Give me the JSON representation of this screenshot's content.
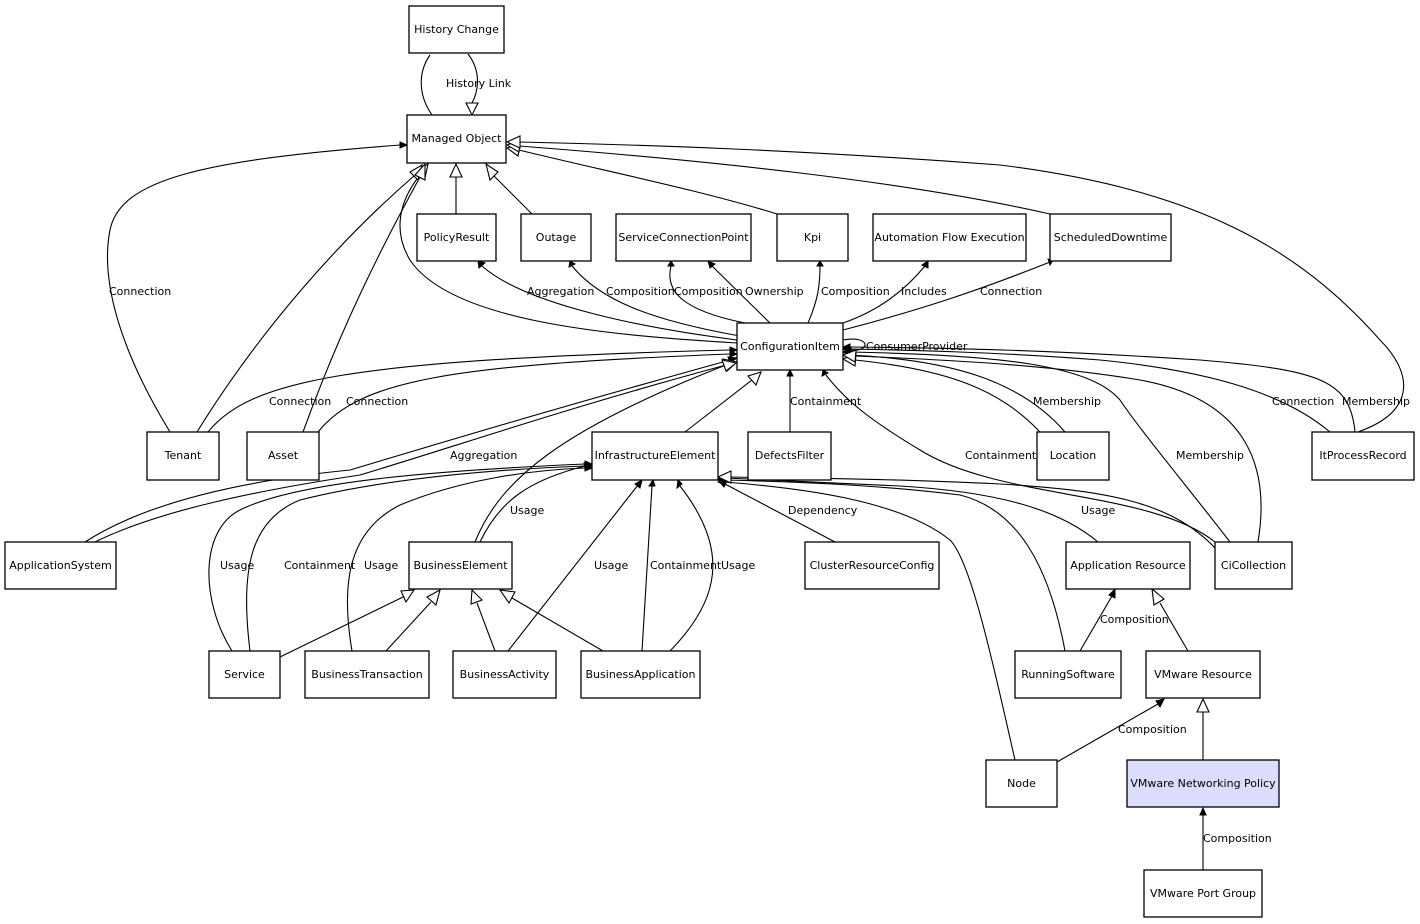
{
  "nodes": {
    "history_change": "History Change",
    "managed_object": "Managed Object",
    "policy_result": "PolicyResult",
    "outage": "Outage",
    "service_connection_point": "ServiceConnectionPoint",
    "kpi": "Kpi",
    "automation_flow_execution": "Automation Flow Execution",
    "scheduled_downtime": "ScheduledDowntime",
    "configuration_item": "ConfigurationItem",
    "tenant": "Tenant",
    "asset": "Asset",
    "infrastructure_element": "InfrastructureElement",
    "defects_filter": "DefectsFilter",
    "location": "Location",
    "it_process_record": "ItProcessRecord",
    "application_system": "ApplicationSystem",
    "business_element": "BusinessElement",
    "cluster_resource_config": "ClusterResourceConfig",
    "application_resource": "Application Resource",
    "ci_collection": "CiCollection",
    "service": "Service",
    "business_transaction": "BusinessTransaction",
    "business_activity": "BusinessActivity",
    "business_application": "BusinessApplication",
    "running_software": "RunningSoftware",
    "vmware_resource": "VMware Resource",
    "node": "Node",
    "vmware_networking_policy": "VMware Networking Policy",
    "vmware_port_group": "VMware Port Group"
  },
  "edge_labels": {
    "history_link": "History Link",
    "connection_tenant_mo": "Connection",
    "aggregation_policy": "Aggregation",
    "composition_outage": "Composition",
    "composition_scp": "Composition",
    "ownership_scp": "Ownership",
    "composition_kpi": "Composition",
    "includes_afe": "Includes",
    "connection_sd": "Connection",
    "consumer_provider": "ConsumerProvider",
    "connection_tenant_ci": "Connection",
    "connection_asset_ci": "Connection",
    "containment_df": "Containment",
    "membership_location": "Membership",
    "connection_itpr": "Connection",
    "membership_itpr": "Membership",
    "aggregation_appsys": "Aggregation",
    "containment_cicoll": "Containment",
    "membership_cicoll": "Membership",
    "usage_be": "Usage",
    "dependency_crc": "Dependency",
    "usage_appres": "Usage",
    "usage_service": "Usage",
    "containment_service": "Containment",
    "usage_bt": "Usage",
    "usage_ba": "Usage",
    "containment_bapp": "Containment",
    "usage_bapp": "Usage",
    "composition_rs": "Composition",
    "composition_node": "Composition",
    "composition_vpg": "Composition"
  },
  "highlight_color": "#dcdcfc"
}
